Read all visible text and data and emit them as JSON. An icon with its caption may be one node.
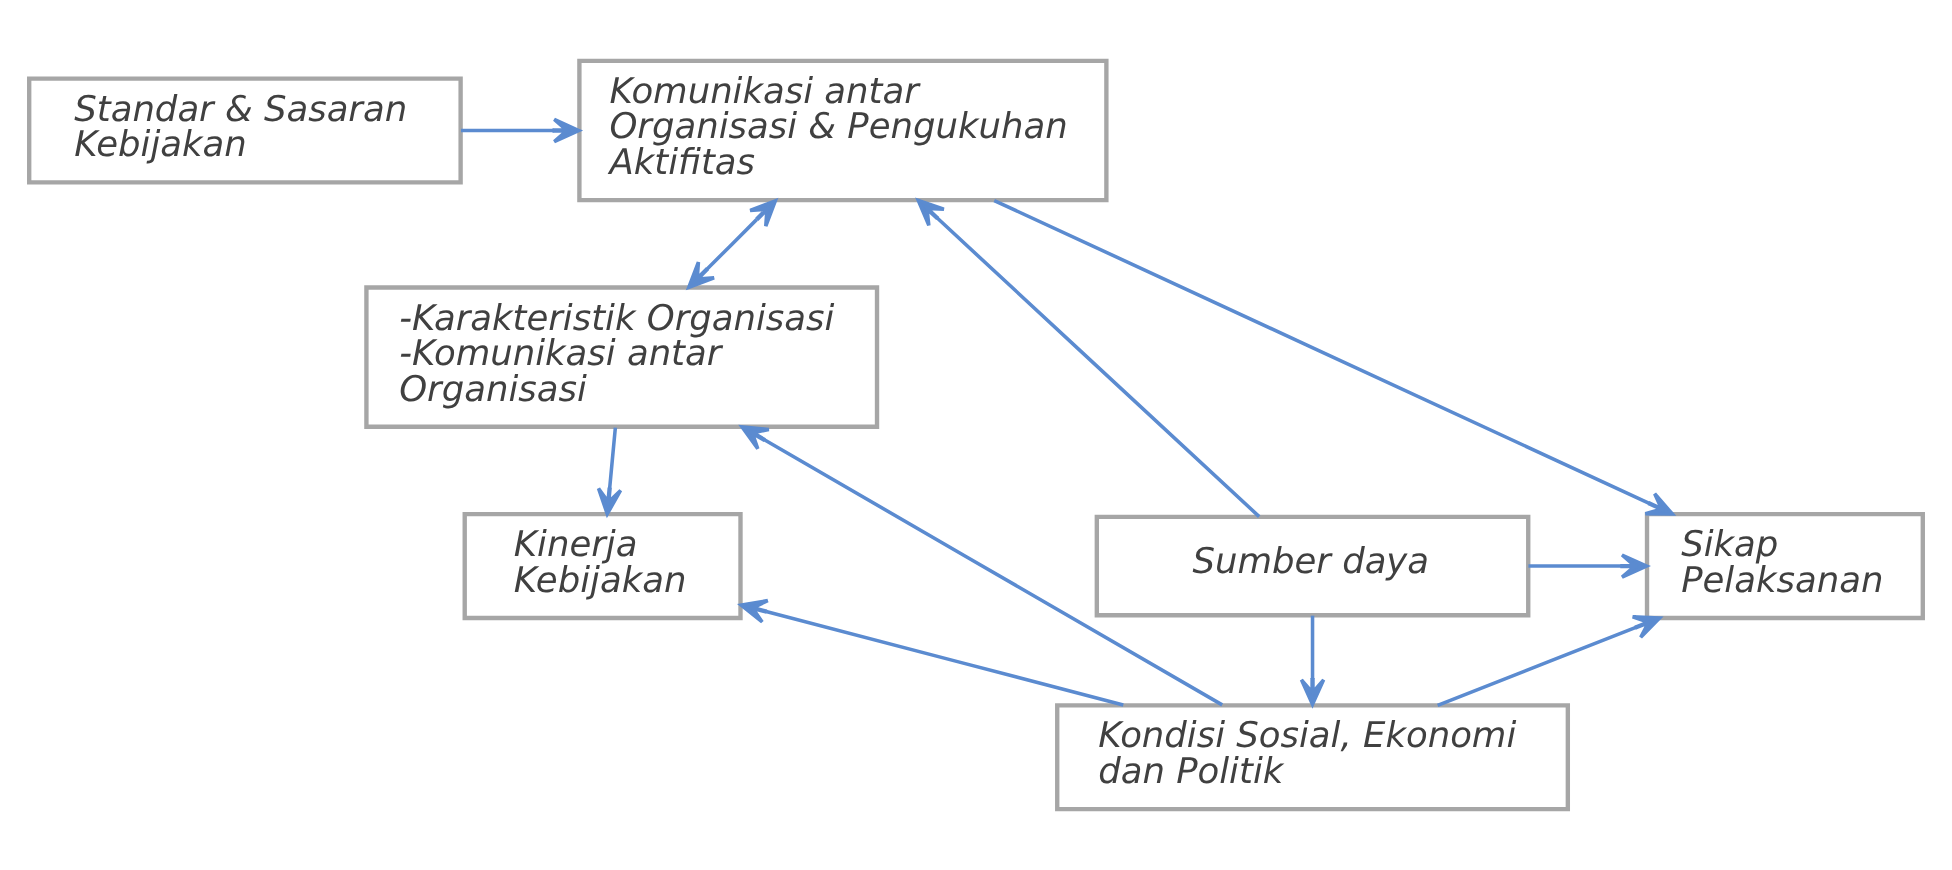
{
  "diagram": {
    "nodes": [
      {
        "text": [
          "Standar & Sasaran Kebijakan"
        ]
      },
      {
        "text": [
          "Komunikasi antar Organisasi & Pengukuhan Aktifitas"
        ]
      },
      {
        "text": [
          "Sumber daya"
        ]
      },
      {
        "text": [
          "-Karakteristik Organisasi",
          "-Komunikasi antar Organisasi"
        ]
      },
      {
        "text": [
          "Sikap Pelaksanan"
        ]
      },
      {
        "text": [
          "Kinerja Kebijakan"
        ]
      },
      {
        "text": [
          "Kondisi Sosial, Ekonomi dan Politik"
        ]
      }
    ],
    "edges": [
      {
        "from": 0,
        "to": 1,
        "arrow": "to"
      },
      {
        "from": 2,
        "to": 1,
        "arrow": "to"
      },
      {
        "from": 1,
        "to": 3,
        "arrow": "both"
      },
      {
        "from": 1,
        "to": 4,
        "arrow": "to"
      },
      {
        "from": 3,
        "to": 5,
        "arrow": "to"
      },
      {
        "from": 2,
        "to": 4,
        "arrow": "to"
      },
      {
        "from": 2,
        "to": 6,
        "arrow": "to"
      },
      {
        "from": 6,
        "to": 3,
        "arrow": "to"
      },
      {
        "from": 6,
        "to": 4,
        "arrow": "to"
      },
      {
        "from": 6,
        "to": 5,
        "arrow": "to"
      }
    ]
  }
}
